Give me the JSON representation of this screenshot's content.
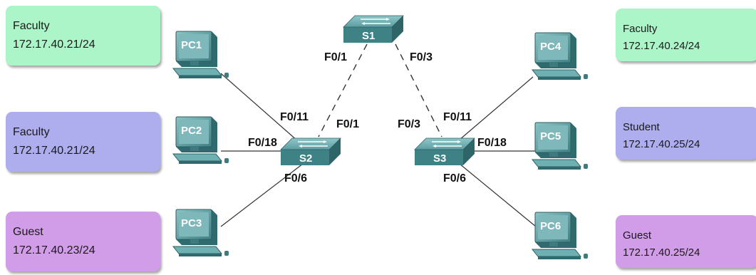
{
  "colors": {
    "faculty_green": "#abf5c8",
    "faculty_blue": "#aeaeee",
    "student_blue": "#aeaeee",
    "guest_purple": "#d29de8",
    "device_teal": "#5fa4a8",
    "link_line": "#333333"
  },
  "hosts": [
    {
      "id": "pc1",
      "name": "PC1",
      "role": "Faculty",
      "ip": "172.17.40.21/24"
    },
    {
      "id": "pc2",
      "name": "PC2",
      "role": "Faculty",
      "ip": "172.17.40.21/24"
    },
    {
      "id": "pc3",
      "name": "PC3",
      "role": "Guest",
      "ip": "172.17.40.23/24"
    },
    {
      "id": "pc4",
      "name": "PC4",
      "role": "Faculty",
      "ip": "172.17.40.24/24"
    },
    {
      "id": "pc5",
      "name": "PC5",
      "role": "Student",
      "ip": "172.17.40.25/24"
    },
    {
      "id": "pc6",
      "name": "PC6",
      "role": "Guest",
      "ip": "172.17.40.25/24"
    }
  ],
  "switches": {
    "s1": "S1",
    "s2": "S2",
    "s3": "S3"
  },
  "ports": {
    "s1_to_s2": "F0/1",
    "s1_to_s3": "F0/3",
    "s2_to_s1": "F0/1",
    "s3_to_s1": "F0/3",
    "s2_to_pc1": "F0/11",
    "s2_to_pc2": "F0/18",
    "s2_to_pc3": "F0/6",
    "s3_to_pc4": "F0/11",
    "s3_to_pc5": "F0/18",
    "s3_to_pc6": "F0/6"
  },
  "links": [
    {
      "from": "S1",
      "to": "S2",
      "type": "trunk",
      "style": "dashed"
    },
    {
      "from": "S1",
      "to": "S3",
      "type": "trunk",
      "style": "dashed"
    },
    {
      "from": "S2",
      "to": "PC1",
      "style": "solid"
    },
    {
      "from": "S2",
      "to": "PC2",
      "style": "solid"
    },
    {
      "from": "S2",
      "to": "PC3",
      "style": "solid"
    },
    {
      "from": "S3",
      "to": "PC4",
      "style": "solid"
    },
    {
      "from": "S3",
      "to": "PC5",
      "style": "solid"
    },
    {
      "from": "S3",
      "to": "PC6",
      "style": "solid"
    }
  ]
}
